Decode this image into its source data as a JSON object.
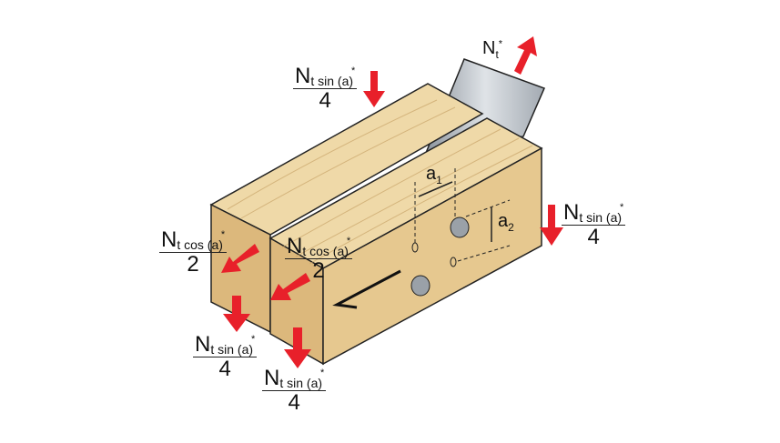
{
  "title_force": {
    "base": "N",
    "sub": "t",
    "sup": "*"
  },
  "labels": {
    "top_sin": {
      "base": "N",
      "sub": "t sin (a)",
      "sup": "*",
      "den": "4"
    },
    "right_sin": {
      "base": "N",
      "sub": "t sin (a)",
      "sup": "*",
      "den": "4"
    },
    "left_cos": {
      "base": "N",
      "sub": "t cos (a)",
      "sup": "*",
      "den": "2"
    },
    "mid_cos": {
      "base": "N",
      "sub": "t cos (a)",
      "sup": "*",
      "den": "2"
    },
    "bottom_left_sin": {
      "base": "N",
      "sub": "t sin (a)",
      "sup": "*",
      "den": "4"
    },
    "bottom_mid_sin": {
      "base": "N",
      "sub": "t sin (a)",
      "sup": "*",
      "den": "4"
    }
  },
  "spacing": {
    "a1": {
      "base": "a",
      "sub": "1"
    },
    "a2": {
      "base": "a",
      "sub": "2"
    }
  },
  "colors": {
    "arrow": "#e8202a",
    "wood_top": "#efd9a8",
    "wood_end": "#dcb87c",
    "wood_side": "#e6c88f",
    "steel": "#b9bfc6"
  }
}
